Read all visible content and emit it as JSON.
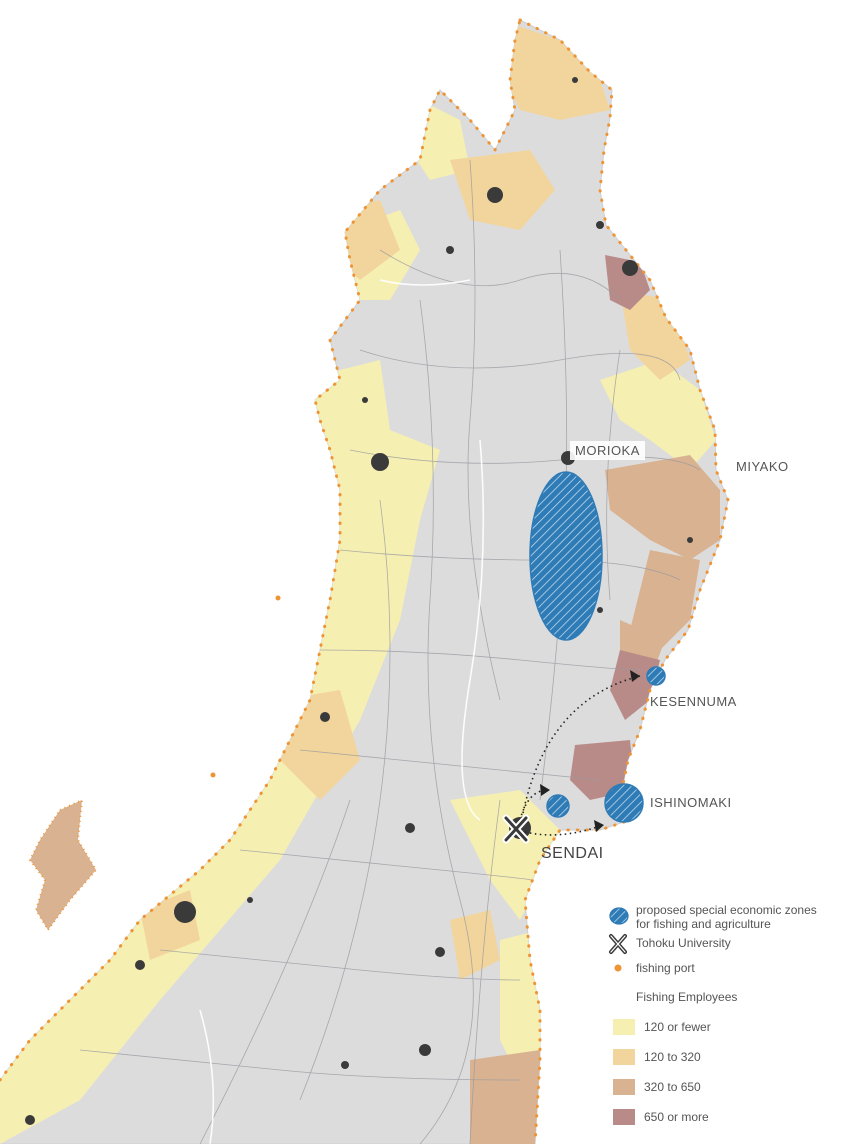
{
  "map": {
    "cities": [
      {
        "id": "morioka",
        "label": "MORIOKA"
      },
      {
        "id": "miyako",
        "label": "MIYAKO"
      },
      {
        "id": "kesennuma",
        "label": "KESENNUMA"
      },
      {
        "id": "ishinomaki",
        "label": "ISHINOMAKI"
      },
      {
        "id": "sendai",
        "label": "SENDAI"
      }
    ]
  },
  "legend": {
    "zones_label": "proposed special economic zones for fishing and agriculture",
    "zones_label_line1": "proposed special economic zones",
    "zones_label_line2": "for fishing and agriculture",
    "university_label": "Tohoku University",
    "port_label": "fishing port",
    "fishing_title": "Fishing Employees",
    "classes": [
      {
        "label": "120 or fewer",
        "color": "#f6efb2"
      },
      {
        "label": "120 to 320",
        "color": "#f2d59c"
      },
      {
        "label": "320 to 650",
        "color": "#d9b391"
      },
      {
        "label": "650 or more",
        "color": "#b88b88"
      }
    ]
  },
  "colors": {
    "land": "#dcdcdd",
    "zone_blue": "#2e7bb6",
    "port_orange": "#ee9435",
    "urban": "#3a3a3a",
    "road": "#9a9aa0"
  }
}
